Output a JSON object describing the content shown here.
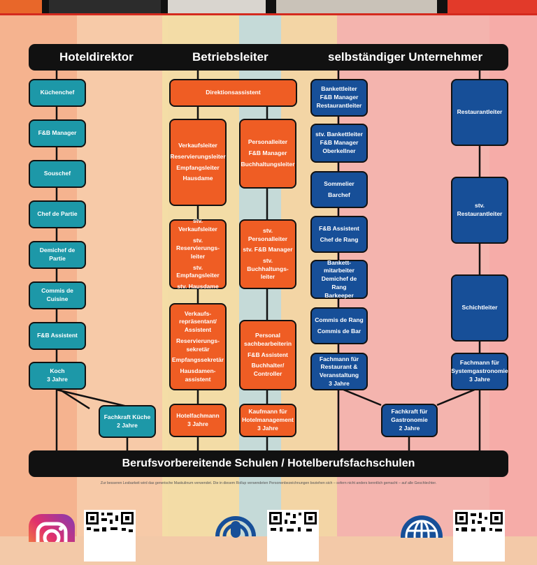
{
  "header_banner": {
    "left": "Hoteldirektor",
    "center": "Betriebsleiter",
    "right": "selbständiger Unternehmer"
  },
  "columns": {
    "teal": [
      [
        "Küchenchef"
      ],
      [
        "F&B Manager"
      ],
      [
        "Souschef"
      ],
      [
        "Chef de Partie"
      ],
      [
        "Demichef de Partie"
      ],
      [
        "Commis de Cuisine"
      ],
      [
        "F&B Assistent"
      ],
      [
        "Koch",
        "3 Jahre"
      ]
    ],
    "teal_training": [
      "Fachkraft Küche",
      "2 Jahre"
    ],
    "orange_top": [
      "Direktionsassistent"
    ],
    "orange_left": [
      [
        "Verkaufsleiter",
        "Reservierungsleiter",
        "Empfangsleiter",
        "Hausdame"
      ],
      [
        "stv. Verkaufsleiter",
        "stv. Reservierungs-leiter",
        "stv. Empfangsleiter",
        "stv. Hausdame"
      ],
      [
        "Verkaufs-repräsentant/ Assistent",
        "Reservierungs-sekretär",
        "Empfangssekretär",
        "Hausdamen-assistent"
      ],
      [
        "Hotelfachmann",
        "3 Jahre"
      ]
    ],
    "orange_right": [
      [
        "Personalleiter",
        "F&B Manager",
        "Buchhaltungsleiter"
      ],
      [
        "stv. Personalleiter",
        "stv. F&B Manager",
        "stv. Buchhaltungs-leiter"
      ],
      [
        "Personal sachbearbeiterin",
        "F&B Assistent",
        "Buchhalter/ Controller"
      ],
      [
        "Kaufmann für Hotelmanagement",
        "3 Jahre"
      ]
    ],
    "blue_left": [
      [
        "Bankettleiter",
        "F&B Manager",
        "Restaurantleiter"
      ],
      [
        "stv. Bankettleiter",
        "F&B Manager",
        "Oberkellner"
      ],
      [
        "Sommelier",
        "Barchef"
      ],
      [
        "F&B Assistent",
        "Chef de Rang"
      ],
      [
        "Bankett-mitarbeiter",
        "Demichef de Rang",
        "Barkeeper"
      ],
      [
        "Commis de Rang",
        "Commis de Bar"
      ],
      [
        "Fachmann für Restaurant & Veranstaltung",
        "3 Jahre"
      ]
    ],
    "blue_right": [
      [
        "Restaurantleiter"
      ],
      [
        "stv. Restaurantleiter"
      ],
      [
        "Schichtleiter"
      ],
      [
        "Fachmann für Systemgastronomie",
        "3 Jahre"
      ]
    ],
    "blue_training": [
      "Fachkraft für Gastronomie",
      "2 Jahre"
    ]
  },
  "bottom_banner": "Berufsvorbereitende Schulen / Hotelberufsfachschulen",
  "disclaimer": "Zur besseren Lesbarkeit wird das generische Maskulinum verwendet. Die in diesem Rollup verwendeten Personenbezeichnungen beziehen sich – sofern nicht anders kenntlich gemacht – auf alle Geschlechter.",
  "colors": {
    "teal": "#1d98a8",
    "orange": "#ef5d24",
    "blue": "#174f98",
    "banner": "#111111"
  },
  "footer_icons": [
    "instagram-icon",
    "podcast-icon",
    "globe-icon"
  ]
}
